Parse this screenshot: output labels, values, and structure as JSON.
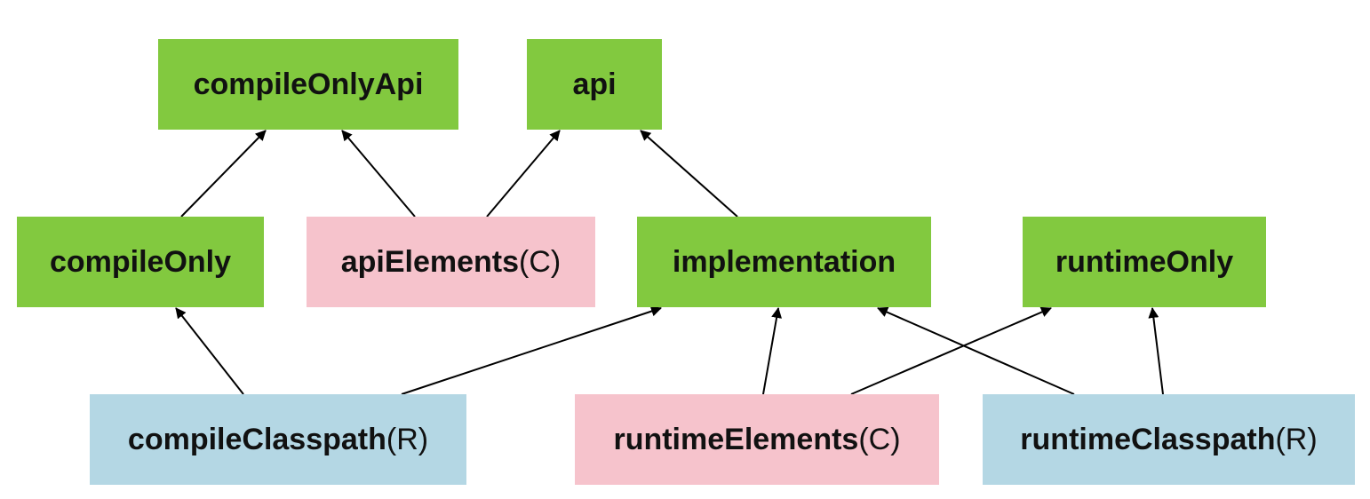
{
  "nodes": {
    "compileOnlyApi": {
      "name": "compileOnlyApi",
      "suffix": ""
    },
    "api": {
      "name": "api",
      "suffix": ""
    },
    "compileOnly": {
      "name": "compileOnly",
      "suffix": ""
    },
    "apiElements": {
      "name": "apiElements",
      "suffix": "(C)"
    },
    "implementation": {
      "name": "implementation",
      "suffix": ""
    },
    "runtimeOnly": {
      "name": "runtimeOnly",
      "suffix": ""
    },
    "compileClasspath": {
      "name": "compileClasspath",
      "suffix": "(R)"
    },
    "runtimeElements": {
      "name": "runtimeElements",
      "suffix": "(C)"
    },
    "runtimeClasspath": {
      "name": "runtimeClasspath",
      "suffix": "(R)"
    }
  },
  "edges": [
    {
      "from": "compileOnly",
      "to": "compileOnlyApi"
    },
    {
      "from": "apiElements",
      "to": "compileOnlyApi"
    },
    {
      "from": "apiElements",
      "to": "api"
    },
    {
      "from": "implementation",
      "to": "api"
    },
    {
      "from": "compileClasspath",
      "to": "compileOnly"
    },
    {
      "from": "compileClasspath",
      "to": "implementation"
    },
    {
      "from": "runtimeElements",
      "to": "implementation"
    },
    {
      "from": "runtimeElements",
      "to": "runtimeOnly"
    },
    {
      "from": "runtimeClasspath",
      "to": "implementation"
    },
    {
      "from": "runtimeClasspath",
      "to": "runtimeOnly"
    }
  ],
  "colors": {
    "declarable": "#82c93f",
    "consumable": "#f6c3cc",
    "resolvable": "#b4d7e4",
    "edge": "#000000"
  }
}
